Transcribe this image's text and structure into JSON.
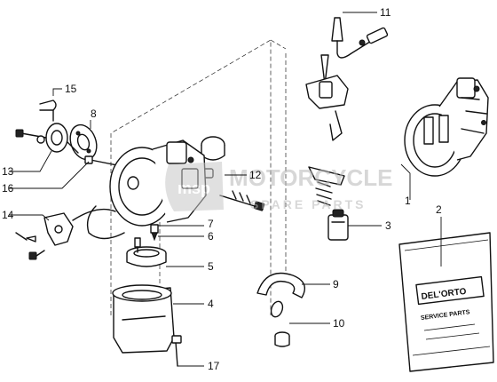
{
  "callouts": [
    "1",
    "2",
    "3",
    "4",
    "5",
    "6",
    "7",
    "8",
    "9",
    "10",
    "11",
    "12",
    "13",
    "14",
    "15",
    "16",
    "17"
  ],
  "watermark": {
    "line1": "MOTORCYCLE",
    "line2": "SPARE PARTS",
    "badge": "msp",
    "color": "#b0b0b0"
  },
  "bag_label": {
    "brand": "DEL'ORTO",
    "subtitle": "SERVICE PARTS"
  },
  "colors": {
    "ink": "#111111",
    "background": "#ffffff"
  }
}
